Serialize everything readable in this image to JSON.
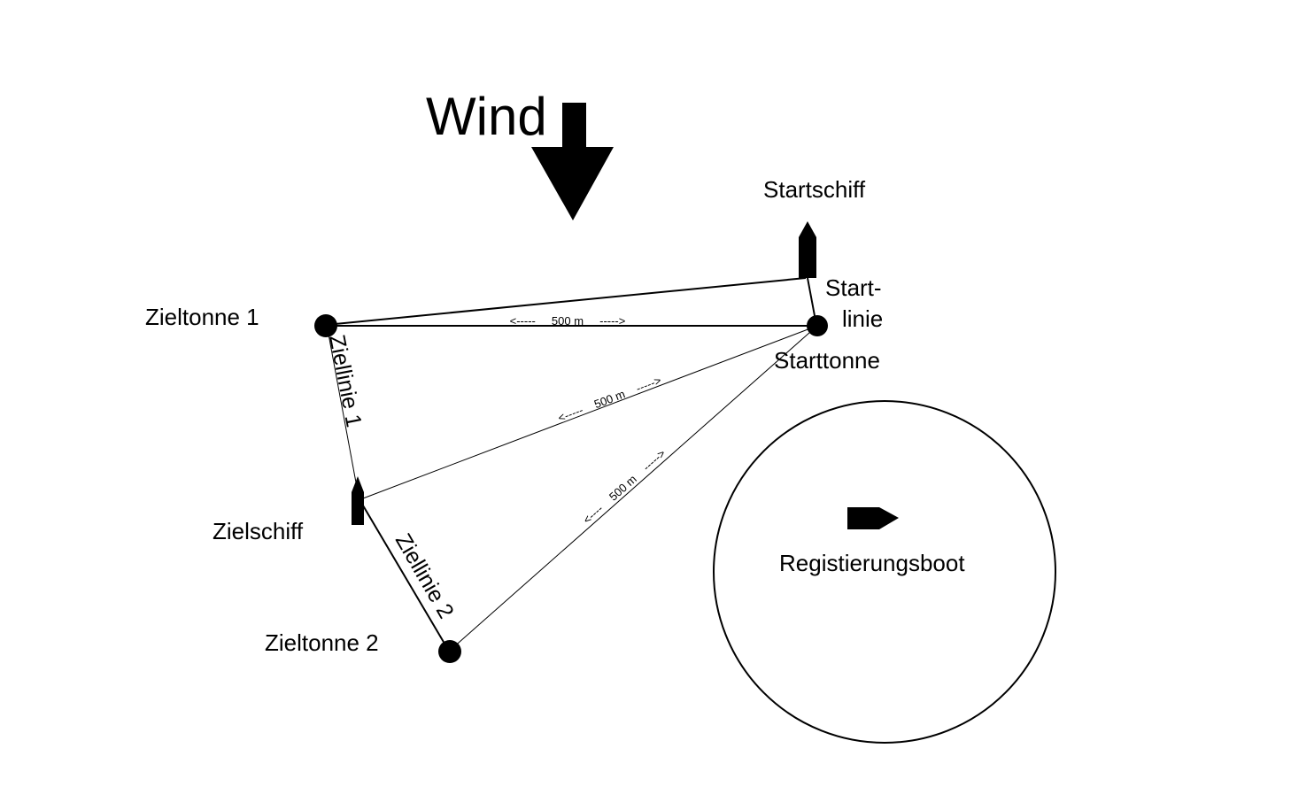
{
  "wind": {
    "label": "Wind"
  },
  "marks": {
    "startschiff": "Startschiff",
    "startlinie_1": "Start-",
    "startlinie_2": "linie",
    "starttonne": "Starttonne",
    "zieltonne_1": "Zieltonne 1",
    "zieltonne_2": "Zieltonne 2",
    "zielschiff": "Zielschiff",
    "ziellinie_1": "Ziellinie 1",
    "ziellinie_2": "Ziellinie 2",
    "registierungsboot": "Registierungsboot"
  },
  "distances": {
    "top": "<-----     500 m     ----->",
    "middle": "<-----    500 m    ----->",
    "lower": "<----    500 m    ----->"
  },
  "colors": {
    "ink": "#000000",
    "background": "#ffffff"
  }
}
